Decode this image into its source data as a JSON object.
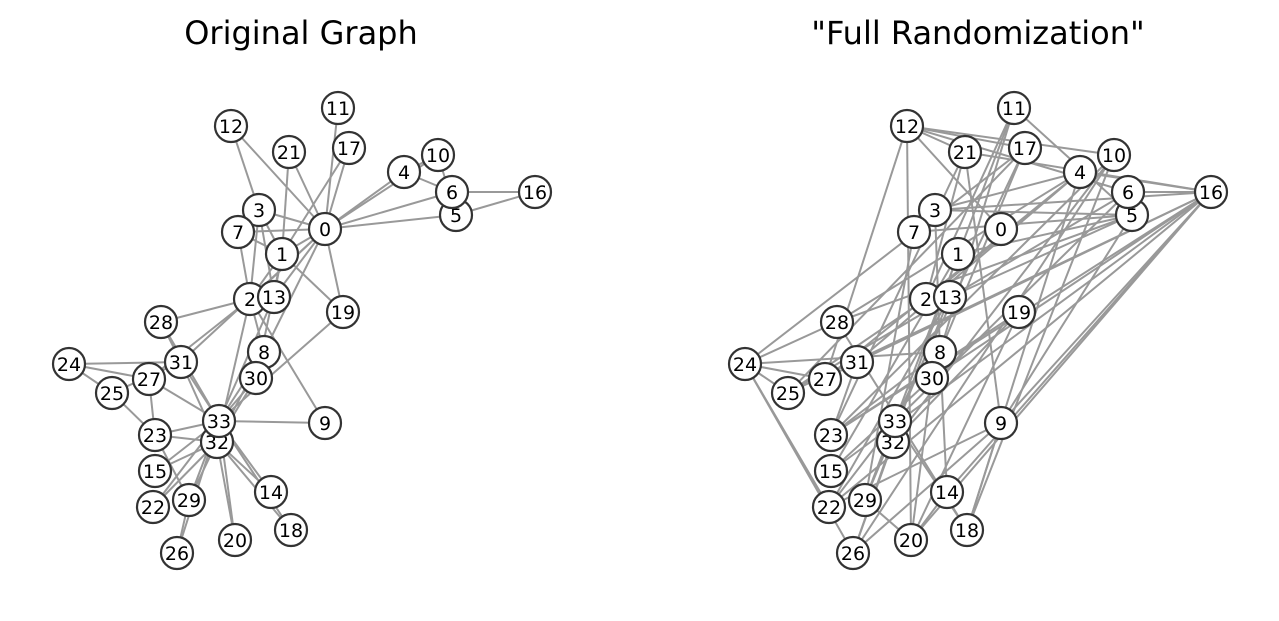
{
  "titles": {
    "left": "Original Graph",
    "right": "\"Full Randomization\""
  },
  "colors": {
    "edge": "#999999",
    "node_stroke": "#333333",
    "node_fill": "#ffffff"
  },
  "graph_data": {
    "node_labels": [
      "0",
      "1",
      "2",
      "3",
      "4",
      "5",
      "6",
      "7",
      "8",
      "9",
      "10",
      "11",
      "12",
      "13",
      "14",
      "15",
      "16",
      "17",
      "18",
      "19",
      "20",
      "21",
      "22",
      "23",
      "24",
      "25",
      "26",
      "27",
      "28",
      "29",
      "30",
      "31",
      "32",
      "33"
    ],
    "original_edges": [
      [
        0,
        1
      ],
      [
        0,
        2
      ],
      [
        0,
        3
      ],
      [
        0,
        4
      ],
      [
        0,
        5
      ],
      [
        0,
        6
      ],
      [
        0,
        7
      ],
      [
        0,
        8
      ],
      [
        0,
        10
      ],
      [
        0,
        11
      ],
      [
        0,
        12
      ],
      [
        0,
        13
      ],
      [
        0,
        17
      ],
      [
        0,
        19
      ],
      [
        0,
        21
      ],
      [
        0,
        31
      ],
      [
        1,
        2
      ],
      [
        1,
        3
      ],
      [
        1,
        7
      ],
      [
        1,
        13
      ],
      [
        1,
        17
      ],
      [
        1,
        19
      ],
      [
        1,
        21
      ],
      [
        1,
        30
      ],
      [
        2,
        3
      ],
      [
        2,
        7
      ],
      [
        2,
        8
      ],
      [
        2,
        9
      ],
      [
        2,
        13
      ],
      [
        2,
        27
      ],
      [
        2,
        28
      ],
      [
        2,
        32
      ],
      [
        3,
        7
      ],
      [
        3,
        12
      ],
      [
        3,
        13
      ],
      [
        4,
        6
      ],
      [
        4,
        10
      ],
      [
        5,
        6
      ],
      [
        5,
        10
      ],
      [
        5,
        16
      ],
      [
        6,
        16
      ],
      [
        8,
        30
      ],
      [
        8,
        32
      ],
      [
        8,
        33
      ],
      [
        9,
        33
      ],
      [
        13,
        33
      ],
      [
        14,
        32
      ],
      [
        14,
        33
      ],
      [
        15,
        32
      ],
      [
        15,
        33
      ],
      [
        18,
        32
      ],
      [
        18,
        33
      ],
      [
        19,
        33
      ],
      [
        20,
        32
      ],
      [
        20,
        33
      ],
      [
        22,
        32
      ],
      [
        22,
        33
      ],
      [
        23,
        25
      ],
      [
        23,
        27
      ],
      [
        23,
        29
      ],
      [
        23,
        32
      ],
      [
        23,
        33
      ],
      [
        24,
        25
      ],
      [
        24,
        27
      ],
      [
        24,
        31
      ],
      [
        25,
        31
      ],
      [
        26,
        29
      ],
      [
        26,
        33
      ],
      [
        27,
        33
      ],
      [
        28,
        31
      ],
      [
        28,
        33
      ],
      [
        29,
        32
      ],
      [
        29,
        33
      ],
      [
        30,
        32
      ],
      [
        30,
        33
      ],
      [
        31,
        32
      ],
      [
        31,
        33
      ],
      [
        32,
        33
      ]
    ],
    "randomized_edges": [
      [
        16,
        4
      ],
      [
        16,
        6
      ],
      [
        16,
        21
      ],
      [
        16,
        25
      ],
      [
        16,
        23
      ],
      [
        16,
        15
      ],
      [
        16,
        31
      ],
      [
        16,
        14
      ],
      [
        16,
        20
      ],
      [
        16,
        30
      ],
      [
        16,
        9
      ],
      [
        16,
        22
      ],
      [
        16,
        3
      ],
      [
        24,
        28
      ],
      [
        24,
        25
      ],
      [
        24,
        8
      ],
      [
        24,
        17
      ],
      [
        24,
        22
      ],
      [
        24,
        27
      ],
      [
        24,
        26
      ],
      [
        12,
        10
      ],
      [
        12,
        27
      ],
      [
        12,
        21
      ],
      [
        12,
        17
      ],
      [
        12,
        20
      ],
      [
        12,
        0
      ],
      [
        12,
        6
      ],
      [
        5,
        3
      ],
      [
        5,
        11
      ],
      [
        5,
        13
      ],
      [
        5,
        1
      ],
      [
        5,
        7
      ],
      [
        5,
        28
      ],
      [
        5,
        9
      ],
      [
        4,
        28
      ],
      [
        4,
        27
      ],
      [
        4,
        31
      ],
      [
        4,
        2
      ],
      [
        4,
        18
      ],
      [
        4,
        3
      ],
      [
        10,
        26
      ],
      [
        10,
        18
      ],
      [
        10,
        23
      ],
      [
        10,
        32
      ],
      [
        11,
        30
      ],
      [
        11,
        2
      ],
      [
        11,
        29
      ],
      [
        21,
        9
      ],
      [
        21,
        23
      ],
      [
        21,
        2
      ],
      [
        17,
        33
      ],
      [
        17,
        25
      ],
      [
        17,
        8
      ],
      [
        19,
        23
      ],
      [
        19,
        32
      ],
      [
        19,
        20
      ],
      [
        9,
        26
      ],
      [
        9,
        22
      ],
      [
        9,
        18
      ],
      [
        6,
        33
      ],
      [
        6,
        25
      ],
      [
        3,
        8
      ],
      [
        7,
        29
      ],
      [
        1,
        15
      ],
      [
        1,
        26
      ],
      [
        2,
        25
      ],
      [
        13,
        29
      ],
      [
        13,
        22
      ],
      [
        31,
        27
      ],
      [
        31,
        23
      ],
      [
        8,
        23
      ],
      [
        8,
        14
      ],
      [
        30,
        20
      ],
      [
        30,
        15
      ],
      [
        33,
        22
      ],
      [
        33,
        18
      ],
      [
        32,
        26
      ],
      [
        29,
        20
      ],
      [
        14,
        20
      ],
      [
        18,
        28
      ]
    ]
  }
}
